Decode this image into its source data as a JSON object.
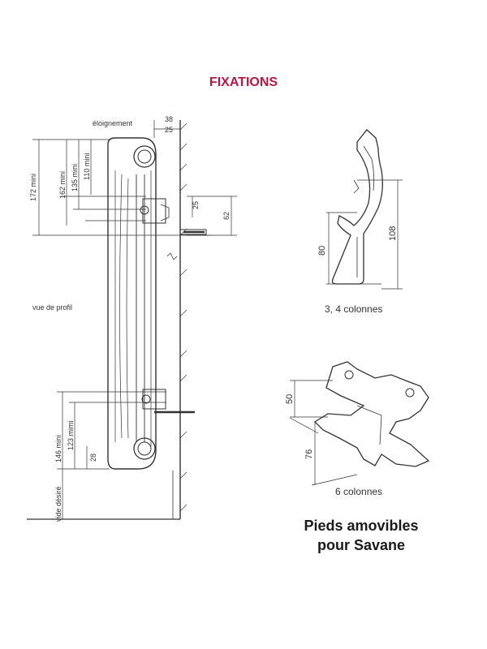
{
  "title": "FIXATIONS",
  "profile": {
    "eloignement": "éloignement",
    "dim_38": "38",
    "dim_25_top": "25",
    "dim_172": "172 mini",
    "dim_162": "162 mini",
    "dim_135": "135 mini",
    "dim_110": "110 mini",
    "dim_25_mid": "25",
    "dim_62": "62",
    "vue_profil": "vue de profil",
    "dim_146": "146 mini",
    "dim_123": "123 mimi",
    "dim_28": "28",
    "vide": "vide désiré"
  },
  "feet_small": {
    "dim_80": "80",
    "dim_108": "108",
    "caption": "3, 4 colonnes"
  },
  "feet_large": {
    "dim_50": "50",
    "dim_76": "76",
    "caption": "6 colonnes"
  },
  "footer": {
    "line1": "Pieds amovibles",
    "line2": "pour Savane"
  }
}
